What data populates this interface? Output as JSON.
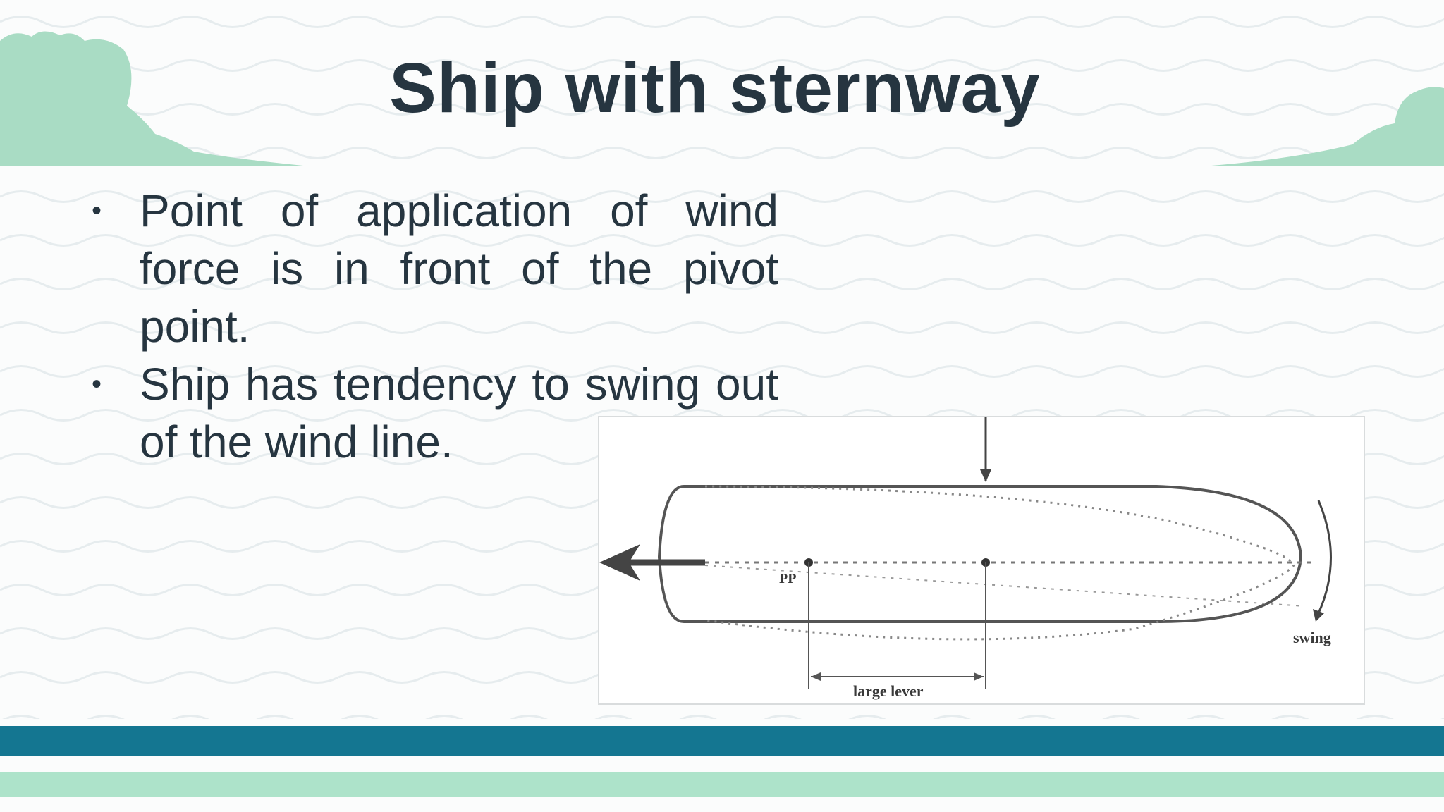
{
  "slide": {
    "title": "Ship with sternway",
    "bullets": [
      "Point of application of wind force is in front of the pivot point.",
      "Ship has tendency to swing out of the wind line."
    ]
  },
  "diagram": {
    "pivot_label": "PP",
    "swing_label": "swing",
    "lever_label": "large lever"
  },
  "colors": {
    "title_text": "#263540",
    "accent_dark": "#147691",
    "accent_light": "#ade3ca",
    "cloud": "#a9dcc4"
  }
}
